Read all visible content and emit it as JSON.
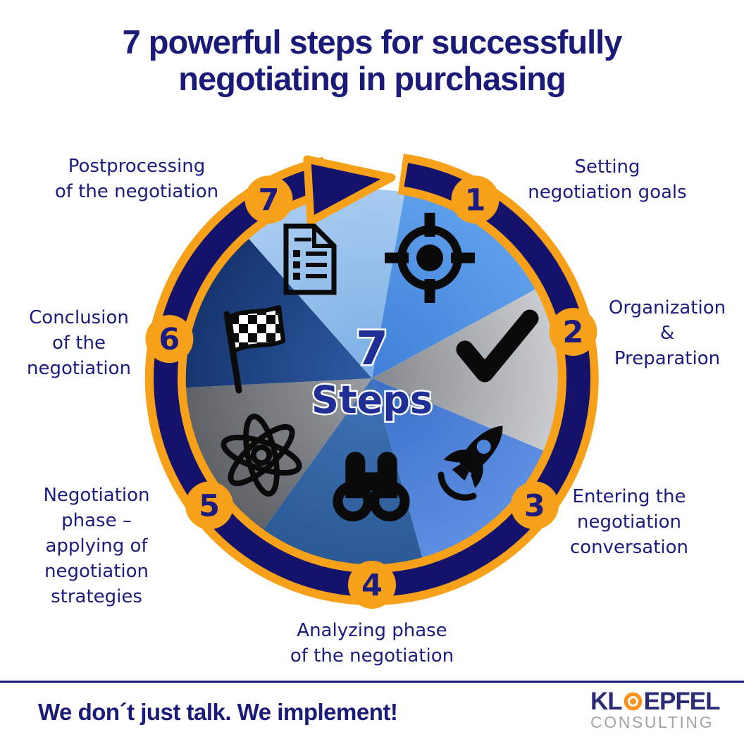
{
  "title": "7 powerful steps for successfully\nnegotiating in purchasing",
  "center": {
    "line1": "7",
    "line2": "Steps"
  },
  "steps": [
    {
      "number": "1",
      "label": "Setting\nnegotiation goals",
      "icon": "target-icon",
      "color_inner": "#3F7FD8",
      "color_outer": "#5E9FEA"
    },
    {
      "number": "2",
      "label": "Organization\n&\nPreparation",
      "icon": "checkmark-icon",
      "color_inner": "#84888D",
      "color_outer": "#C9CCD0"
    },
    {
      "number": "3",
      "label": "Entering the\nnegotiation\nconversation",
      "icon": "rocket-icon",
      "color_inner": "#3C70C8",
      "color_outer": "#5C8FE2"
    },
    {
      "number": "4",
      "label": "Analyzing phase\nof the negotiation",
      "icon": "binoculars-icon",
      "color_inner": "#4074B8",
      "color_outer": "#2B5A94"
    },
    {
      "number": "5",
      "label": "Negotiation\nphase –\napplying of\nnegotiation\nstrategies",
      "icon": "atom-icon",
      "color_inner": "#9A9DA1",
      "color_outer": "#5E6266"
    },
    {
      "number": "6",
      "label": "Conclusion\nof the\nnegotiation",
      "icon": "flag-icon",
      "color_inner": "#2E5CA4",
      "color_outer": "#16356F"
    },
    {
      "number": "7",
      "label": "Postprocessing\nof the negotiation",
      "icon": "document-icon",
      "color_inner": "#7AAFE5",
      "color_outer": "#A8CBF0"
    }
  ],
  "footer": {
    "tagline": "We don´t just talk. We implement!",
    "logo": {
      "kl": "KL",
      "epfel": "EPFEL",
      "consulting": "CONSULTING"
    }
  },
  "colors": {
    "accent_orange": "#F7A11B",
    "ring_navy": "#14126B",
    "label_navy": "#1C1C80",
    "title_navy": "#1A1A78",
    "center_navy": "#1F2F96",
    "icon_black": "#0A0A0A",
    "logo_navy": "#2B2B78",
    "logo_gray": "#A3A3A3",
    "logo_orange": "#F7941D",
    "window_blue": "#4E86DC"
  }
}
